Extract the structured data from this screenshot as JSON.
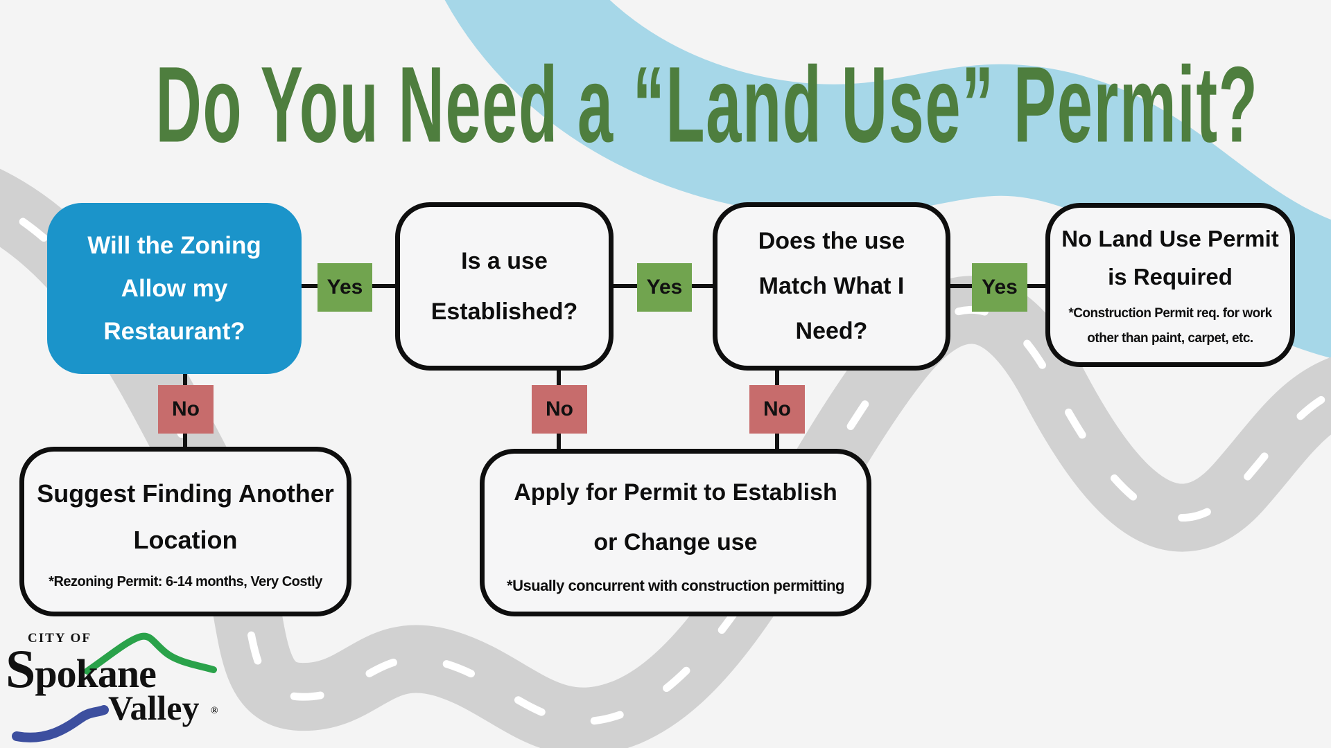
{
  "title": "Do You Need a “Land Use” Permit?",
  "labels": {
    "yes": "Yes",
    "no": "No"
  },
  "nodes": {
    "zoning": {
      "lines": [
        "Will the Zoning",
        "Allow my",
        "Restaurant?"
      ]
    },
    "established": {
      "lines": [
        "Is a use",
        "Established?"
      ]
    },
    "match": {
      "lines": [
        "Does the use",
        "Match What I",
        "Need?"
      ]
    },
    "no_permit": {
      "lines": [
        "No Land Use Permit",
        "is Required"
      ],
      "note": "*Construction Permit req. for work other than paint, carpet, etc."
    },
    "another_location": {
      "lines": [
        "Suggest Finding Another",
        "Location"
      ],
      "note": "*Rezoning Permit: 6-14 months, Very Costly"
    },
    "apply": {
      "lines": [
        "Apply for Permit to Establish",
        "or Change use"
      ],
      "note": "*Usually concurrent with construction permitting"
    }
  },
  "logo": {
    "city_of": "CITY OF",
    "spokane": "Spokane",
    "valley": "Valley",
    "registered": "®"
  },
  "colors": {
    "title_green": "#4e7e3e",
    "node_blue": "#1b94ca",
    "yes_green": "#71a44f",
    "no_red": "#c76c6c",
    "river_blue": "#a6d7e8",
    "road_gray": "#d1d1d1",
    "background": "#f4f4f4"
  }
}
